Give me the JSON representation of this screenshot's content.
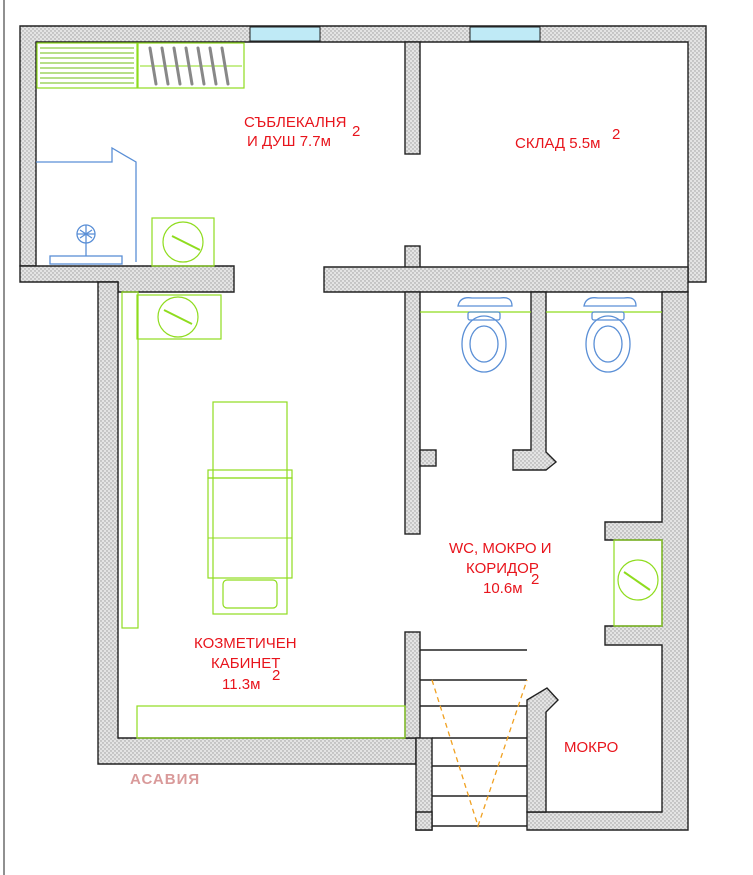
{
  "rooms": {
    "changing_room": {
      "line1": "СЪБЛЕКАЛНЯ",
      "line2": "И ДУШ 7.7м",
      "sup": "2"
    },
    "storage": {
      "line1": "СКЛАД 5.5м",
      "sup": "2"
    },
    "wc_corridor": {
      "line1": "WC, МОКРО И",
      "line2": "КОРИДОР",
      "line3": "10.6м",
      "sup": "2"
    },
    "cosmetic_room": {
      "line1": "КОЗМЕТИЧЕН",
      "line2": "КАБИНЕТ",
      "line3": "11.3м",
      "sup": "2"
    },
    "wet_area": {
      "line1": "МОКРО"
    }
  },
  "brand": "АСАВИЯ",
  "colors": {
    "label": "#e8141c",
    "brand": "#d99a9a",
    "furniture": "#8fdc1e",
    "fixtures": "#5a8fd6",
    "stair_arrow": "#f0a020"
  }
}
